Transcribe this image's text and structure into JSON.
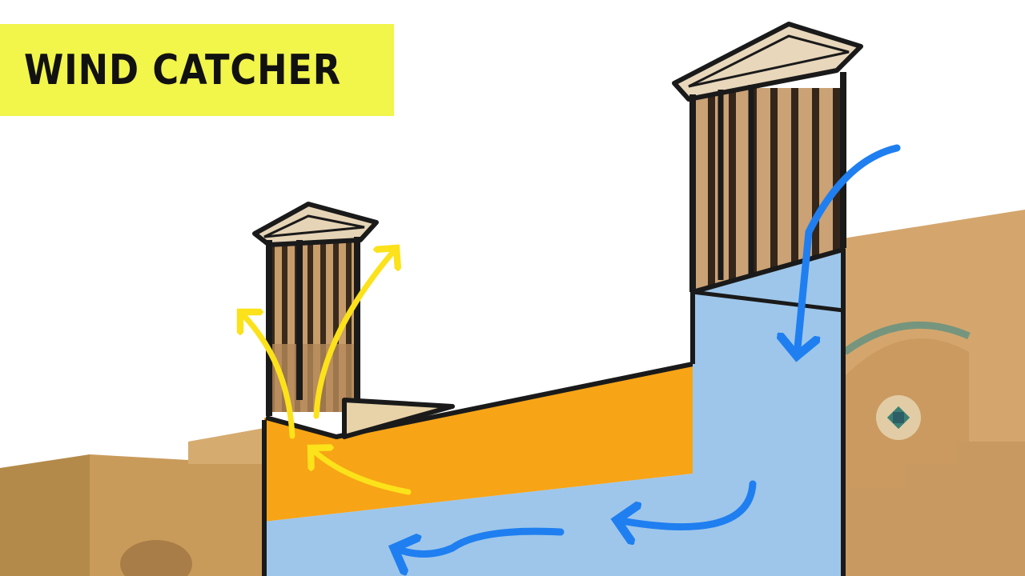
{
  "title": "WIND CATCHER",
  "colors": {
    "banner": "#f2f54a",
    "warm_air": "#fbe21a",
    "cool_air": "#1f7ff0",
    "warm_zone": "#f7a416",
    "cool_zone": "#9ec6ea",
    "tower_wood": "#c9a173",
    "adobe": "#d4a66d",
    "outline": "#1a1a1a"
  },
  "icons": {
    "warm_air": "arrow-up-curved",
    "cool_air": "arrow-down-curved"
  }
}
